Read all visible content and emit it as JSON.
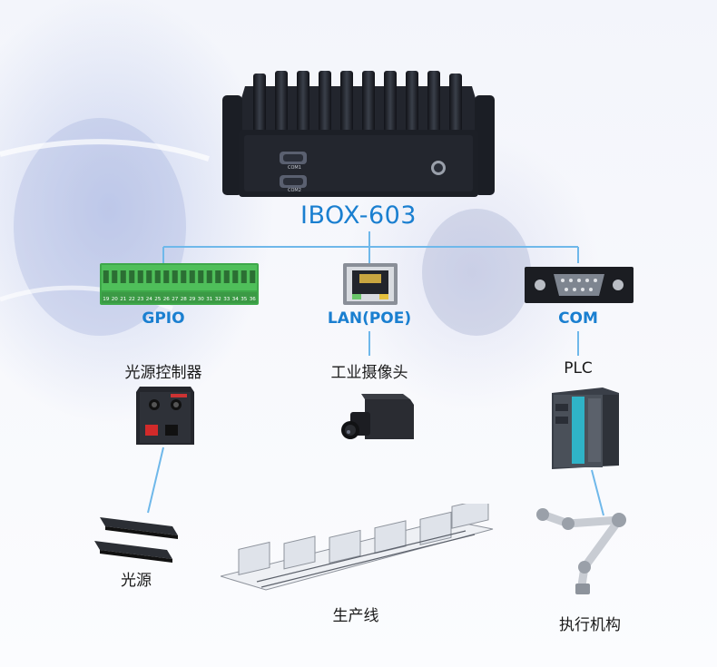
{
  "device": {
    "name": "IBOX-603",
    "port_labels": [
      "COM1",
      "COM2"
    ]
  },
  "ports": [
    {
      "label": "GPIO",
      "device": "光源控制器",
      "downstream": "光源"
    },
    {
      "label": "LAN(POE)",
      "device": "工业摄像头",
      "downstream": "生产线"
    },
    {
      "label": "COM",
      "device": "PLC",
      "downstream": "执行机构"
    }
  ],
  "gpio_pins": [
    "19",
    "20",
    "21",
    "22",
    "23",
    "24",
    "25",
    "26",
    "27",
    "28",
    "29",
    "30",
    "31",
    "32",
    "33",
    "34",
    "35",
    "36"
  ],
  "colors": {
    "accent": "#1a7fd0",
    "connector": "#6fb8ea",
    "terminal_green": "#4fbf5a",
    "device_dark": "#1c1f26"
  }
}
